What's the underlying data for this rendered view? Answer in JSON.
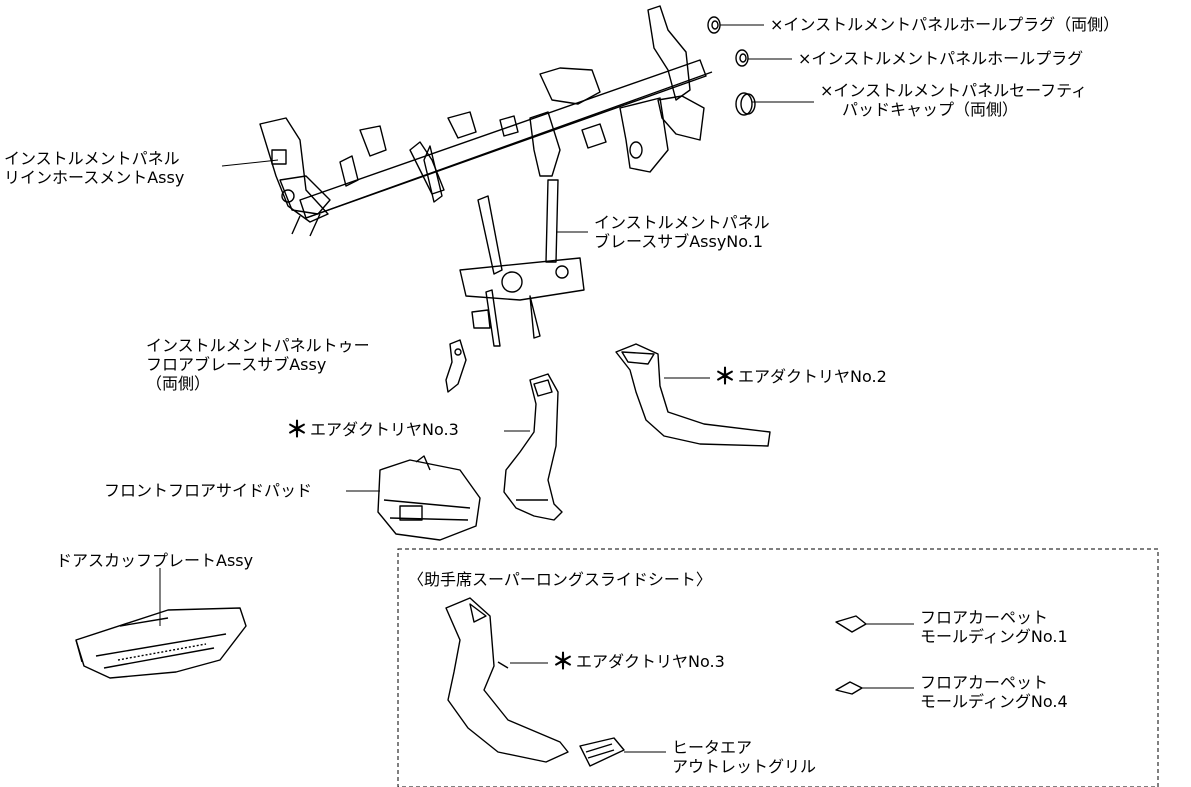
{
  "labels": {
    "hole_plug_both": {
      "prefix": "×",
      "lines": [
        "インストルメントパネルホールプラグ（両側）"
      ]
    },
    "hole_plug": {
      "prefix": "×",
      "lines": [
        "インストルメントパネルホールプラグ"
      ]
    },
    "safety_pad_cap": {
      "prefix": "×",
      "lines": [
        "インストルメントパネルセーフティ",
        "パッドキャップ（両側）"
      ]
    },
    "reinforcement": {
      "lines": [
        "インストルメントパネル",
        "リインホースメントAssy"
      ]
    },
    "brace_no1": {
      "lines": [
        "インストルメントパネル",
        "ブレースサブAssyNo.1"
      ]
    },
    "toe_brace": {
      "lines": [
        "インストルメントパネルトゥー",
        "フロアブレースサブAssy",
        "（両側）"
      ]
    },
    "air_duct_rear_no2": {
      "prefix": "＊",
      "lines": [
        "エアダクトリヤNo.2"
      ]
    },
    "air_duct_rear_no3": {
      "prefix": "＊",
      "lines": [
        "エアダクトリヤNo.3"
      ]
    },
    "front_floor_side_pad": {
      "lines": [
        "フロントフロアサイドパッド"
      ]
    },
    "door_scuff_plate": {
      "lines": [
        "ドアスカッフプレートAssy"
      ]
    },
    "inset_title": {
      "lines": [
        "〈助手席スーパーロングスライドシート〉"
      ]
    },
    "inset_air_duct_rear_no3": {
      "prefix": "＊",
      "lines": [
        "エアダクトリヤNo.3"
      ]
    },
    "floor_carpet_molding_no1": {
      "lines": [
        "フロアカーペット",
        "モールディングNo.1"
      ]
    },
    "floor_carpet_molding_no4": {
      "lines": [
        "フロアカーペット",
        "モールディングNo.4"
      ]
    },
    "heater_air_outlet_grille": {
      "lines": [
        "ヒータエア",
        "アウトレットグリル"
      ]
    }
  }
}
